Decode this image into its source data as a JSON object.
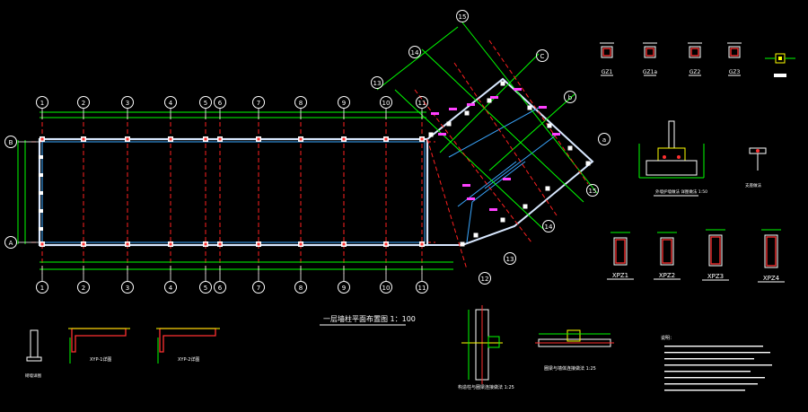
{
  "plan": {
    "title": "一层墙柱平面布置图 1：100",
    "axes_top": [
      "1",
      "2",
      "3",
      "4",
      "5",
      "6",
      "7",
      "8",
      "9",
      "10",
      "11"
    ],
    "axes_bottom": [
      "1",
      "2",
      "3",
      "4",
      "5",
      "6",
      "7",
      "8",
      "9",
      "10",
      "11"
    ],
    "axes_left": [
      "B",
      "A"
    ],
    "axes_skew_upper": [
      "15",
      "14",
      "13"
    ],
    "axes_skew_lower": [
      "15",
      "14",
      "13",
      "12"
    ],
    "axes_skew_side": [
      "C",
      "b",
      "a"
    ]
  },
  "columns_top": [
    "GZ1",
    "GZ1a",
    "GZ2",
    "GZ3"
  ],
  "columns_right": [
    "XPZ1",
    "XPZ2",
    "XPZ3",
    "XPZ4"
  ],
  "details": {
    "beam1": "XYP-1详图",
    "beam2": "XYP-2详图",
    "foundation_note": "构造柱与圈梁连接做法 1:25",
    "ring_beam_note": "圈梁与墙体连接做法 1:25",
    "foot_detail": "外墙护墙做法 详图做法 1:50",
    "small_detail": "支座做法"
  },
  "notes_title": "说明："
}
